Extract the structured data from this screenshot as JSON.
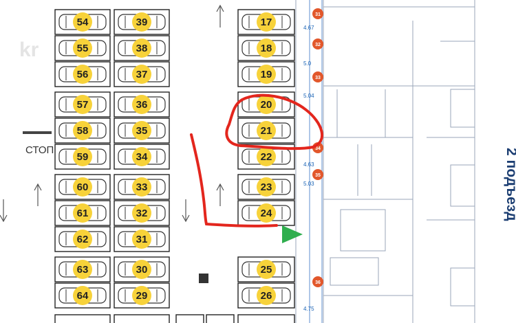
{
  "watermark": "kr",
  "stop_sign": "СТОП",
  "entrance_label": "2 подъезд",
  "parking_spots": {
    "column_a": [
      "54",
      "55",
      "56",
      "57",
      "58",
      "59",
      "60",
      "61",
      "62",
      "63",
      "64"
    ],
    "column_b": [
      "39",
      "38",
      "37",
      "36",
      "35",
      "34",
      "33",
      "32",
      "31",
      "30",
      "29"
    ],
    "column_c": [
      "17",
      "18",
      "19",
      "20",
      "21",
      "22",
      "23",
      "24",
      "25",
      "26"
    ]
  },
  "storage_units": [
    "31",
    "32",
    "33",
    "34",
    "35",
    "36"
  ],
  "area_labels": [
    "4.67",
    "5.0",
    "5.04",
    "4.63",
    "5.03",
    "4.75"
  ],
  "highlighted_spot": "21",
  "colors": {
    "spot_circle": "#f7d23a",
    "highlight": "#e3261d",
    "storage_badge": "#e2572b",
    "blue_line": "#5f8fcf",
    "entrance_arrow": "#2fae4e"
  }
}
